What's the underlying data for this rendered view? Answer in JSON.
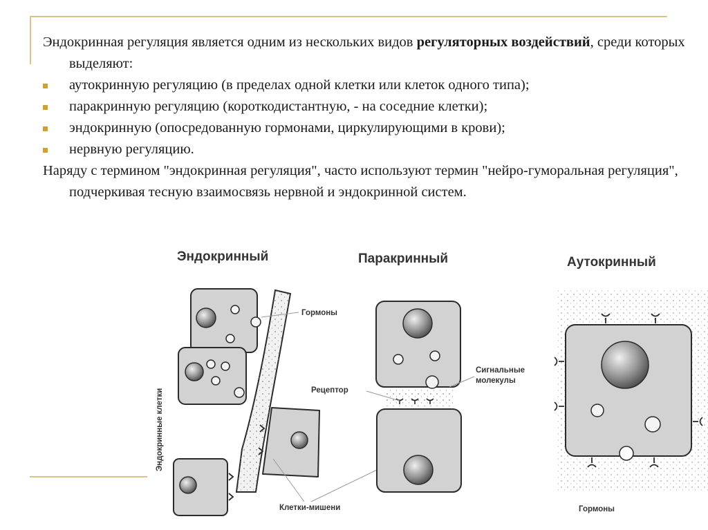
{
  "text": {
    "intro_start": "Эндокринная регуляция является одним из нескольких видов ",
    "intro_bold": "регуляторных воздействий",
    "intro_end": ", среди которых выделяют:",
    "bullets": [
      "аутокринную регуляцию (в пределах одной клетки или клеток одного типа);",
      "паракринную регуляцию (короткодистантную, - на соседние клетки);",
      "эндокринную (опосредованную гормонами, циркулирующими в крови);",
      "нервную регуляцию."
    ],
    "closing": "Наряду с термином \"эндокринная регуляция\", часто используют термин \"нейро-гуморальная регуляция\", подчеркивая тесную взаимосвязь нервной и эндокринной систем."
  },
  "diagram": {
    "titles": {
      "endocrine": "Эндокринный",
      "paracrine": "Паракринный",
      "autocrine": "Аутокринный"
    },
    "labels": {
      "hormones": "Гормоны",
      "signal_line1": "Сигнальные",
      "signal_line2": "молекулы",
      "receptor": "Рецептор",
      "target_cells": "Клетки-мишени",
      "hormones_bottom": "Гормоны",
      "endocrine_cells": "Эндокринные клетки"
    }
  },
  "colors": {
    "accent": "#c9a23a",
    "frame": "#d9c38a",
    "cell_fill": "#d2d2d2",
    "cell_stroke": "#2a2a2a"
  }
}
